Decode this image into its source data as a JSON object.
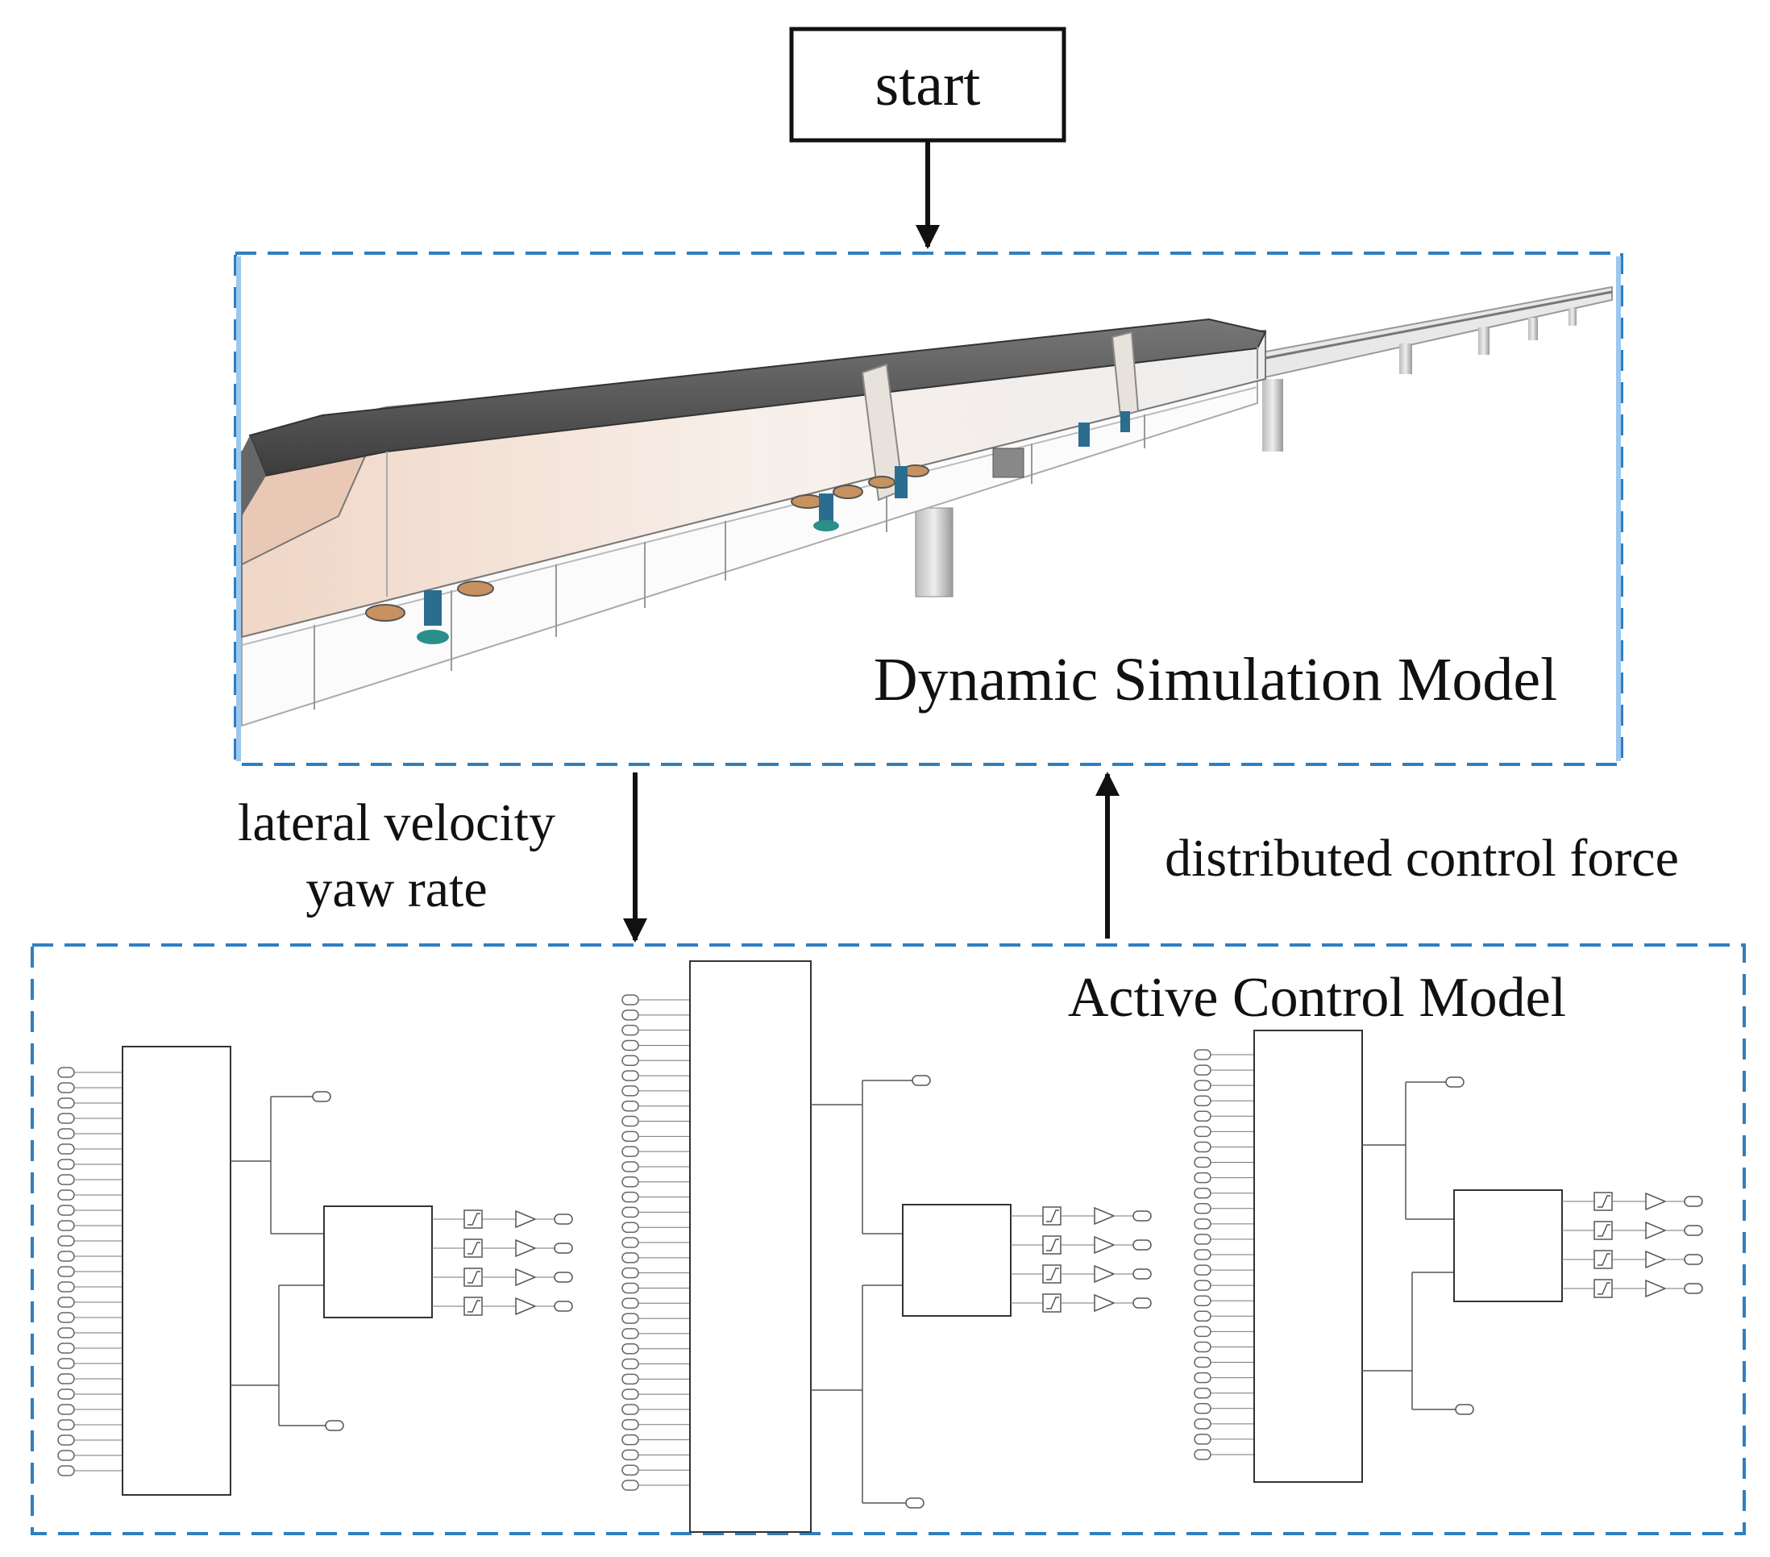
{
  "flow": {
    "start_label": "start",
    "upper_box_label": "Dynamic Simulation Model",
    "lower_box_label": "Active Control Model",
    "down_arrow_line1": "lateral velocity",
    "down_arrow_line2": "yaw rate",
    "up_arrow_label": "distributed control force"
  },
  "colors": {
    "dashed_border": "#2f7fc1",
    "arrow": "#111111",
    "train_body": "#f4e8e0",
    "train_roof": "#555555"
  }
}
